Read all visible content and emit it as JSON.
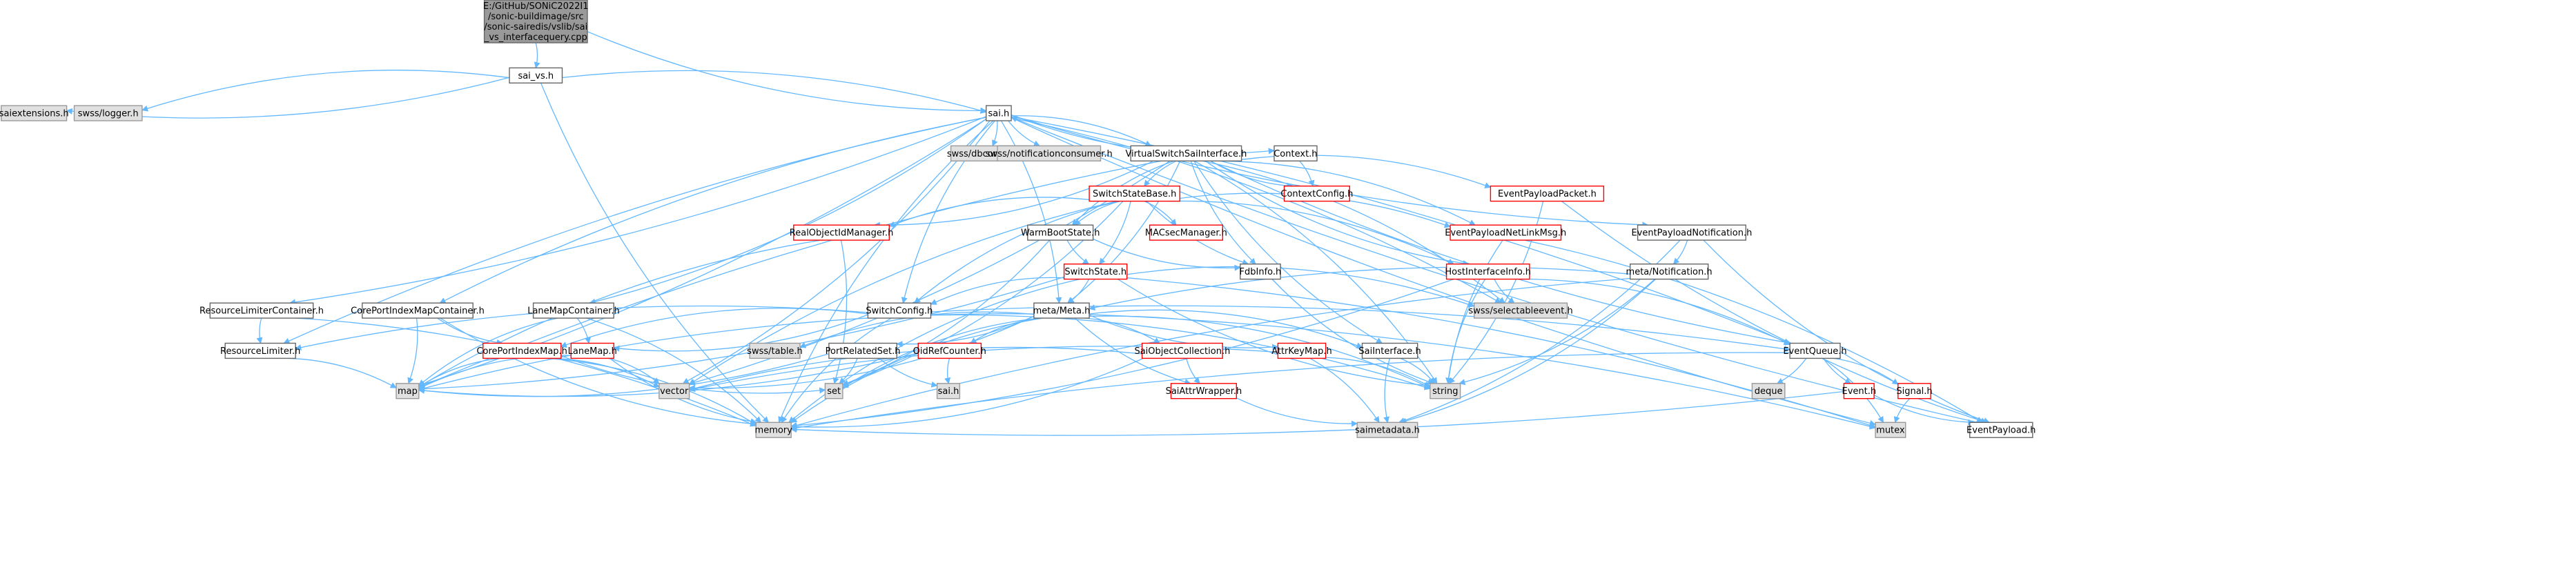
{
  "diagram": {
    "nodes": [
      {
        "id": "root",
        "lines": [
          "E:/GitHub/SONiC2022I1",
          "/sonic-buildimage/src",
          "/sonic-sairedis/vslib/sai",
          "_vs_interfacequery.cpp"
        ],
        "style": "root"
      },
      {
        "id": "sai_vs_h",
        "lines": [
          "sai_vs.h"
        ],
        "style": "normal"
      },
      {
        "id": "saiextensions_h",
        "lines": [
          "saiextensions.h"
        ],
        "style": "gray"
      },
      {
        "id": "swss_logger_h",
        "lines": [
          "swss/logger.h"
        ],
        "style": "gray"
      },
      {
        "id": "sai_h",
        "lines": [
          "sai.h"
        ],
        "style": "normal"
      },
      {
        "id": "swss_dbconnector_h",
        "lines": [
          "swss/dbconnector.h"
        ],
        "style": "gray"
      },
      {
        "id": "swss_notificationconsumer_h",
        "lines": [
          "swss/notificationconsumer.h"
        ],
        "style": "gray"
      },
      {
        "id": "virtualswitchsaiinterface_h",
        "lines": [
          "VirtualSwitchSaiInterface.h"
        ],
        "style": "normal"
      },
      {
        "id": "context_h",
        "lines": [
          "Context.h"
        ],
        "style": "normal"
      },
      {
        "id": "contextconfig_h",
        "lines": [
          "ContextConfig.h"
        ],
        "style": "red"
      },
      {
        "id": "eventpayloadpacket_h",
        "lines": [
          "EventPayloadPacket.h"
        ],
        "style": "red"
      },
      {
        "id": "switchstatebase_h",
        "lines": [
          "SwitchStateBase.h"
        ],
        "style": "red"
      },
      {
        "id": "realobjectidmanager_h",
        "lines": [
          "RealObjectIdManager.h"
        ],
        "style": "red"
      },
      {
        "id": "warmbootstate_h",
        "lines": [
          "WarmBootState.h"
        ],
        "style": "normal"
      },
      {
        "id": "macsecmanager_h",
        "lines": [
          "MACsecManager.h"
        ],
        "style": "red"
      },
      {
        "id": "eventpayloadnetlinkmsg_h",
        "lines": [
          "EventPayloadNetLinkMsg.h"
        ],
        "style": "red"
      },
      {
        "id": "eventpayloadnotification_h",
        "lines": [
          "EventPayloadNotification.h"
        ],
        "style": "normal"
      },
      {
        "id": "fdbinfo_h",
        "lines": [
          "FdbInfo.h"
        ],
        "style": "normal"
      },
      {
        "id": "switchstate_h",
        "lines": [
          "SwitchState.h"
        ],
        "style": "red"
      },
      {
        "id": "hostinterfaceinfo_h",
        "lines": [
          "HostInterfaceInfo.h"
        ],
        "style": "red"
      },
      {
        "id": "meta_notification_h",
        "lines": [
          "meta/Notification.h"
        ],
        "style": "normal"
      },
      {
        "id": "resourcelimitercontainer_h",
        "lines": [
          "ResourceLimiterContainer.h"
        ],
        "style": "normal"
      },
      {
        "id": "coreportindexmapcontainer_h",
        "lines": [
          "CorePortIndexMapContainer.h"
        ],
        "style": "normal"
      },
      {
        "id": "lanemapcontainer_h",
        "lines": [
          "LaneMapContainer.h"
        ],
        "style": "normal"
      },
      {
        "id": "switchconfig_h",
        "lines": [
          "SwitchConfig.h"
        ],
        "style": "normal"
      },
      {
        "id": "meta_meta_h",
        "lines": [
          "meta/Meta.h"
        ],
        "style": "normal"
      },
      {
        "id": "swss_selectableevent_h",
        "lines": [
          "swss/selectableevent.h"
        ],
        "style": "gray"
      },
      {
        "id": "resourcelimiter_h",
        "lines": [
          "ResourceLimiter.h"
        ],
        "style": "normal"
      },
      {
        "id": "coreportindexmap_h",
        "lines": [
          "CorePortIndexMap.h"
        ],
        "style": "red"
      },
      {
        "id": "lanemap_h",
        "lines": [
          "LaneMap.h"
        ],
        "style": "red"
      },
      {
        "id": "swss_table_h",
        "lines": [
          "swss/table.h"
        ],
        "style": "gray"
      },
      {
        "id": "portrelatedset_h",
        "lines": [
          "PortRelatedSet.h"
        ],
        "style": "normal"
      },
      {
        "id": "oidrefcounter_h",
        "lines": [
          "OidRefCounter.h"
        ],
        "style": "red"
      },
      {
        "id": "saiobjectcollection_h",
        "lines": [
          "SaiObjectCollection.h"
        ],
        "style": "red"
      },
      {
        "id": "attrkeymap_h",
        "lines": [
          "AttrKeyMap.h"
        ],
        "style": "red"
      },
      {
        "id": "saiinterface_h",
        "lines": [
          "SaiInterface.h"
        ],
        "style": "normal"
      },
      {
        "id": "eventqueue_h",
        "lines": [
          "EventQueue.h"
        ],
        "style": "normal"
      },
      {
        "id": "map",
        "lines": [
          "map"
        ],
        "style": "gray"
      },
      {
        "id": "vector",
        "lines": [
          "vector"
        ],
        "style": "gray"
      },
      {
        "id": "set",
        "lines": [
          "set"
        ],
        "style": "gray"
      },
      {
        "id": "sai_h_gray",
        "lines": [
          "sai.h"
        ],
        "style": "gray"
      },
      {
        "id": "string",
        "lines": [
          "string"
        ],
        "style": "gray"
      },
      {
        "id": "saiattrwrapper_h",
        "lines": [
          "SaiAttrWrapper.h"
        ],
        "style": "red"
      },
      {
        "id": "deque",
        "lines": [
          "deque"
        ],
        "style": "gray"
      },
      {
        "id": "event_h",
        "lines": [
          "Event.h"
        ],
        "style": "red"
      },
      {
        "id": "signal_h",
        "lines": [
          "Signal.h"
        ],
        "style": "red"
      },
      {
        "id": "memory",
        "lines": [
          "memory"
        ],
        "style": "gray"
      },
      {
        "id": "saimetadata_h",
        "lines": [
          "saimetadata.h"
        ],
        "style": "gray"
      },
      {
        "id": "mutex",
        "lines": [
          "mutex"
        ],
        "style": "gray"
      },
      {
        "id": "eventpayload_h",
        "lines": [
          "EventPayload.h"
        ],
        "style": "normal"
      }
    ],
    "edges": [
      [
        "root",
        "sai_vs_h"
      ],
      [
        "root",
        "sai_h"
      ],
      [
        "sai_vs_h",
        "saiextensions_h"
      ],
      [
        "sai_vs_h",
        "swss_logger_h"
      ],
      [
        "sai_vs_h",
        "sai_h"
      ],
      [
        "sai_vs_h",
        "memory"
      ],
      [
        "sai_h",
        "swss_dbconnector_h"
      ],
      [
        "sai_h",
        "swss_notificationconsumer_h"
      ],
      [
        "sai_h",
        "virtualswitchsaiinterface_h"
      ],
      [
        "sai_h",
        "context_h"
      ],
      [
        "sai_h",
        "resourcelimitercontainer_h"
      ],
      [
        "sai_h",
        "coreportindexmapcontainer_h"
      ],
      [
        "sai_h",
        "lanemapcontainer_h"
      ],
      [
        "sai_h",
        "switchconfig_h"
      ],
      [
        "sai_h",
        "eventqueue_h"
      ],
      [
        "sai_h",
        "eventpayloadnotification_h"
      ],
      [
        "sai_h",
        "swss_selectableevent_h"
      ],
      [
        "sai_h",
        "memory"
      ],
      [
        "sai_h",
        "vector"
      ],
      [
        "sai_h",
        "mutex"
      ],
      [
        "sai_h",
        "map"
      ],
      [
        "sai_h",
        "resourcelimiter_h"
      ],
      [
        "sai_h",
        "meta_meta_h"
      ],
      [
        "virtualswitchsaiinterface_h",
        "contextconfig_h"
      ],
      [
        "virtualswitchsaiinterface_h",
        "eventpayloadpacket_h"
      ],
      [
        "virtualswitchsaiinterface_h",
        "switchstatebase_h"
      ],
      [
        "virtualswitchsaiinterface_h",
        "realobjectidmanager_h"
      ],
      [
        "virtualswitchsaiinterface_h",
        "warmbootstate_h"
      ],
      [
        "virtualswitchsaiinterface_h",
        "eventpayloadnetlinkmsg_h"
      ],
      [
        "virtualswitchsaiinterface_h",
        "fdbinfo_h"
      ],
      [
        "virtualswitchsaiinterface_h",
        "meta_meta_h"
      ],
      [
        "virtualswitchsaiinterface_h",
        "saiinterface_h"
      ],
      [
        "virtualswitchsaiinterface_h",
        "string"
      ],
      [
        "virtualswitchsaiinterface_h",
        "map"
      ],
      [
        "virtualswitchsaiinterface_h",
        "vector"
      ],
      [
        "virtualswitchsaiinterface_h",
        "hostinterfaceinfo_h"
      ],
      [
        "virtualswitchsaiinterface_h",
        "swss_selectableevent_h"
      ],
      [
        "virtualswitchsaiinterface_h",
        "eventqueue_h"
      ],
      [
        "context_h",
        "contextconfig_h"
      ],
      [
        "eventpayloadpacket_h",
        "eventpayload_h"
      ],
      [
        "eventpayloadpacket_h",
        "string"
      ],
      [
        "switchstatebase_h",
        "realobjectidmanager_h"
      ],
      [
        "switchstatebase_h",
        "macsecmanager_h"
      ],
      [
        "switchstatebase_h",
        "warmbootstate_h"
      ],
      [
        "switchstatebase_h",
        "switchstate_h"
      ],
      [
        "switchstatebase_h",
        "fdbinfo_h"
      ],
      [
        "switchstatebase_h",
        "hostinterfaceinfo_h"
      ],
      [
        "switchstatebase_h",
        "switchconfig_h"
      ],
      [
        "switchstatebase_h",
        "set"
      ],
      [
        "switchstatebase_h",
        "vector"
      ],
      [
        "switchstatebase_h",
        "eventpayloadnetlinkmsg_h"
      ],
      [
        "realobjectidmanager_h",
        "map"
      ],
      [
        "realobjectidmanager_h",
        "set"
      ],
      [
        "warmbootstate_h",
        "fdbinfo_h"
      ],
      [
        "warmbootstate_h",
        "set"
      ],
      [
        "warmbootstate_h",
        "switchstate_h"
      ],
      [
        "eventpayloadnetlinkmsg_h",
        "eventpayload_h"
      ],
      [
        "eventpayloadnetlinkmsg_h",
        "string"
      ],
      [
        "eventpayloadnotification_h",
        "meta_notification_h"
      ],
      [
        "eventpayloadnotification_h",
        "eventpayload_h"
      ],
      [
        "eventpayloadnotification_h",
        "saimetadata_h"
      ],
      [
        "fdbinfo_h",
        "string"
      ],
      [
        "switchstate_h",
        "meta_meta_h"
      ],
      [
        "switchstate_h",
        "switchconfig_h"
      ],
      [
        "switchstate_h",
        "swss_selectableevent_h"
      ],
      [
        "switchstate_h",
        "string"
      ],
      [
        "switchstate_h",
        "map"
      ],
      [
        "switchstate_h",
        "memory"
      ],
      [
        "switchstate_h",
        "mutex"
      ],
      [
        "hostinterfaceinfo_h",
        "swss_selectableevent_h"
      ],
      [
        "hostinterfaceinfo_h",
        "eventqueue_h"
      ],
      [
        "hostinterfaceinfo_h",
        "string"
      ],
      [
        "hostinterfaceinfo_h",
        "memory"
      ],
      [
        "meta_notification_h",
        "meta_meta_h"
      ],
      [
        "meta_notification_h",
        "string"
      ],
      [
        "meta_notification_h",
        "memory"
      ],
      [
        "meta_notification_h",
        "saimetadata_h"
      ],
      [
        "resourcelimitercontainer_h",
        "resourcelimiter_h"
      ],
      [
        "resourcelimitercontainer_h",
        "memory"
      ],
      [
        "coreportindexmapcontainer_h",
        "coreportindexmap_h"
      ],
      [
        "coreportindexmapcontainer_h",
        "map"
      ],
      [
        "coreportindexmapcontainer_h",
        "memory"
      ],
      [
        "lanemapcontainer_h",
        "lanemap_h"
      ],
      [
        "lanemapcontainer_h",
        "map"
      ],
      [
        "lanemapcontainer_h",
        "memory"
      ],
      [
        "switchconfig_h",
        "coreportindexmap_h"
      ],
      [
        "switchconfig_h",
        "lanemap_h"
      ],
      [
        "switchconfig_h",
        "resourcelimiter_h"
      ],
      [
        "switchconfig_h",
        "eventqueue_h"
      ],
      [
        "switchconfig_h",
        "memory"
      ],
      [
        "switchconfig_h",
        "string"
      ],
      [
        "meta_meta_h",
        "swss_table_h"
      ],
      [
        "meta_meta_h",
        "portrelatedset_h"
      ],
      [
        "meta_meta_h",
        "oidrefcounter_h"
      ],
      [
        "meta_meta_h",
        "saiobjectcollection_h"
      ],
      [
        "meta_meta_h",
        "attrkeymap_h"
      ],
      [
        "meta_meta_h",
        "saiinterface_h"
      ],
      [
        "meta_meta_h",
        "map"
      ],
      [
        "meta_meta_h",
        "vector"
      ],
      [
        "meta_meta_h",
        "set"
      ],
      [
        "meta_meta_h",
        "string"
      ],
      [
        "meta_meta_h",
        "memory"
      ],
      [
        "meta_meta_h",
        "mutex"
      ],
      [
        "meta_meta_h",
        "saiattrwrapper_h"
      ],
      [
        "resourcelimiter_h",
        "map"
      ],
      [
        "coreportindexmap_h",
        "map"
      ],
      [
        "coreportindexmap_h",
        "vector"
      ],
      [
        "coreportindexmap_h",
        "set"
      ],
      [
        "coreportindexmap_h",
        "memory"
      ],
      [
        "lanemap_h",
        "map"
      ],
      [
        "lanemap_h",
        "vector"
      ],
      [
        "lanemap_h",
        "memory"
      ],
      [
        "portrelatedset_h",
        "map"
      ],
      [
        "portrelatedset_h",
        "sai_h_gray"
      ],
      [
        "portrelatedset_h",
        "set"
      ],
      [
        "oidrefcounter_h",
        "sai_h_gray"
      ],
      [
        "oidrefcounter_h",
        "map"
      ],
      [
        "saiobjectcollection_h",
        "saiattrwrapper_h"
      ],
      [
        "saiobjectcollection_h",
        "memory"
      ],
      [
        "saiobjectcollection_h",
        "vector"
      ],
      [
        "attrkeymap_h",
        "string"
      ],
      [
        "attrkeymap_h",
        "vector"
      ],
      [
        "attrkeymap_h",
        "saimetadata_h"
      ],
      [
        "saiinterface_h",
        "saimetadata_h"
      ],
      [
        "saiinterface_h",
        "string"
      ],
      [
        "saiattrwrapper_h",
        "saimetadata_h"
      ],
      [
        "eventqueue_h",
        "deque"
      ],
      [
        "eventqueue_h",
        "event_h"
      ],
      [
        "eventqueue_h",
        "signal_h"
      ],
      [
        "eventqueue_h",
        "memory"
      ],
      [
        "eventqueue_h",
        "mutex"
      ],
      [
        "event_h",
        "eventpayload_h"
      ],
      [
        "event_h",
        "memory"
      ],
      [
        "signal_h",
        "mutex"
      ],
      [
        "eventpayload_h",
        "sai_h"
      ]
    ]
  }
}
